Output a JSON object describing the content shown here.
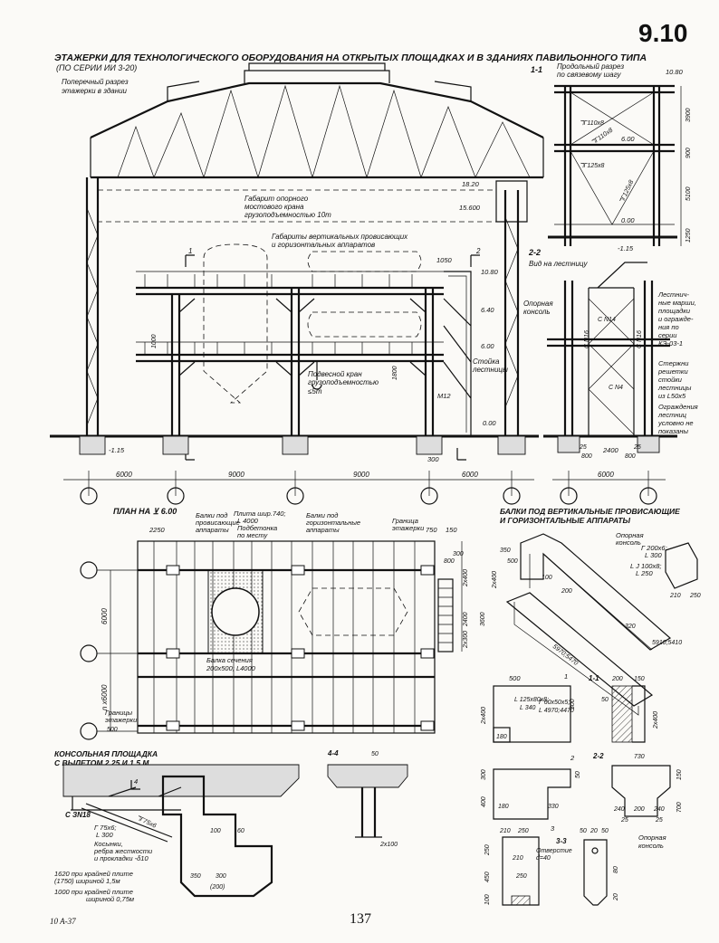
{
  "sheet_number": "9.10",
  "page_number": "137",
  "footer_code": "10 A-37",
  "title": "ЭТАЖЕРКИ ДЛЯ ТЕХНОЛОГИЧЕСКОГО ОБОРУДОВАНИЯ НА ОТКРЫТЫХ ПЛОЩАДКАХ И В ЗДАНИЯХ ПАВИЛЬОННОГО ТИПА",
  "series": "(ПО СЕРИИ ИИ 3-20)",
  "section_main": {
    "label_line1": "Поперечный разрез",
    "label_line2": "этажерки в здании",
    "crane_gauge_line1": "Габарит опорного",
    "crane_gauge_line2": "мостового крана",
    "crane_gauge_line3": "грузоподъемностью 10т",
    "vessels_line1": "Габариты вертикальных провисающих",
    "vessels_line2": "и горизонтальных аппаратов",
    "hoist_line1": "Подвесной кран",
    "hoist_line2": "грузоподъемностью",
    "hoist_line3": "≤5т",
    "stair_post_line1": "Стойка",
    "stair_post_line2": "лестницы",
    "elev_1820": "18.20",
    "elev_15600": "15.600",
    "elev_1080": "10.80",
    "elev_640": "6.40",
    "elev_600": "6.00",
    "elev_000": "0.00",
    "elev_m115": "-1.15",
    "dim_1050": "1050",
    "dim_1000": "1000",
    "dim_300": "300",
    "dim_1800": "1800",
    "m12": "M12",
    "span_6000_left": "6000",
    "span_9000_a": "9000",
    "span_9000_b": "9000",
    "span_6000_right": "6000",
    "cut_1": "1",
    "cut_2": "2"
  },
  "section_11": {
    "tag": "1-1",
    "label_line1": "Продольный разрез",
    "label_line2": "по связевому шагу",
    "elev_1080": "10.80",
    "elev_600": "6.00",
    "elev_000": "0.00",
    "elev_m115": "-1.15",
    "member_a": "ℸГ110х8",
    "member_b": "ℸГ110х8",
    "member_c": "ℸГ125х8",
    "member_d": "ℸГ125х8",
    "h_3900": "3900",
    "h_900": "900",
    "h_5100": "5100",
    "h_1250": "1250"
  },
  "section_22": {
    "tag": "2-2",
    "label": "Вид на лестницу",
    "bracket_line1": "Опорная",
    "bracket_line2": "консоль",
    "stair_note_line1": "Лестнич-",
    "stair_note_line2": "ные марши,",
    "stair_note_line3": "площадки",
    "stair_note_line4": "и огражде-",
    "stair_note_line5": "ния по",
    "stair_note_line6": "серии",
    "stair_note_line7": "КЭ-03-1",
    "brace_note_line1": "Стержни",
    "brace_note_line2": "решетки",
    "brace_note_line3": "стойки",
    "brace_note_line4": "лестницы",
    "brace_note_line5": "из L50х5",
    "rail_note_line1": "Ограждения",
    "rail_note_line2": "лестниц",
    "rail_note_line3": "условно не",
    "rail_note_line4": "показаны",
    "c16a": "С N16",
    "c16b": "С N16",
    "c14": "С N14",
    "c4": "С N4",
    "d_25": "25",
    "d_800a": "800",
    "d_2400": "2400",
    "d_800b": "800",
    "d_25b": "25",
    "span": "6000"
  },
  "plan": {
    "title": "ПЛАН НА ⊻ 6.00",
    "beams_vessels_line1": "Балки под",
    "beams_vessels_line2": "провисающие",
    "beams_vessels_line3": "аппараты",
    "slab_line1": "Плита шир.740;",
    "slab_line2": "L 4000",
    "slab_line3": "Подбетонка",
    "slab_line4": "по месту",
    "beams_horiz_line1": "Балки под",
    "beams_horiz_line2": "горизонтальные",
    "beams_horiz_line3": "аппараты",
    "boundary_line1": "Граница",
    "boundary_line2": "этажерки",
    "boundary2_line1": "Границы",
    "boundary2_line2": "этажерки",
    "beam_section_line1": "Балка сечения",
    "beam_section_line2": "200х500; L4000",
    "dim_2250": "2250",
    "dim_750": "750",
    "dim_150": "150",
    "dim_6000": "6000",
    "dim_n6000": "n х6000",
    "dim_300a": "300",
    "dim_800": "800",
    "dim_2x400": "2х400",
    "dim_2400": "2400",
    "dim_3600": "3600",
    "dim_2x300": "2х300",
    "dim_500": "500"
  },
  "beams_detail": {
    "title_line1": "БАЛКИ ПОД ВЕРТИКАЛЬНЫЕ ПРОВИСАЮЩИЕ",
    "title_line2": "И ГОРИЗОНТАЛЬНЫЕ АППАРАТЫ",
    "bracket_line1": "Опорная",
    "bracket_line2": "консоль",
    "angle_a": "Г 200х6;",
    "angle_a2": "L 300",
    "angle_b": "L J 100х8;",
    "angle_b2": "L 250",
    "d_350": "350",
    "d_500": "500",
    "d_2x400": "2х400",
    "d_200": "200",
    "d_100": "100",
    "d_320": "320",
    "d_5970": "5970;5470",
    "d_5910": "5910;5410",
    "d_210": "210",
    "d_250": "250"
  },
  "console": {
    "title_line1": "КОНСОЛЬНАЯ ПЛОЩАДКА",
    "title_line2": "С ВЫЛЕТОМ 2,25 И 1,5 М",
    "c18": "С ЗN18",
    "member_a": "ℸГ75х6",
    "angle": "Г 75х6;",
    "angle2": "L 300",
    "kosynka_line1": "Косынки,",
    "kosynka_line2": "ребра жесткости",
    "kosynka_line3": "и прокладки -δ10",
    "note1_line1": "1620   при крайней плите",
    "note1_line2": "(1750)  шириной 1,5м",
    "note2": "1000   при крайней плите",
    "note2_line2": "шириной 0,75м",
    "d_100": "100",
    "d_60": "60",
    "d_350": "350",
    "d_300": "300",
    "d_200": "(200)",
    "cut_4": "4"
  },
  "section_44": {
    "tag": "4-4",
    "d_50": "50",
    "d_2x100": "2х100"
  },
  "detail_beam": {
    "d_500": "500",
    "d_2x400": "2х400",
    "d_180": "180",
    "angle_a": "L 125х80х8;",
    "angle_a2": "L 340",
    "plate": "Г 60х50х5;",
    "plate2": "L 4970;4470",
    "d_300": "300",
    "tag_11": "1-1",
    "d_200": "200",
    "d_150": "150",
    "d_2x400b": "2х400",
    "d_50": "50",
    "cut_1": "1"
  },
  "detail_console": {
    "tag_22": "2-2",
    "d_730": "730",
    "d_50": "50",
    "d_150": "150",
    "d_300": "300",
    "d_400": "400",
    "d_180": "180",
    "d_330": "330",
    "d_240a": "240",
    "d_200": "200",
    "d_240b": "240",
    "d_25a": "25",
    "d_25b": "25",
    "d_700": "700",
    "bracket_line1": "Опорная",
    "bracket_line2": "консоль",
    "tag_33": "3-3",
    "d_210": "210",
    "d_250": "250",
    "d_50a": "50",
    "d_20": "20",
    "d_50b": "50",
    "hole_line1": "Отверстие",
    "hole_line2": "d=40",
    "d_210b": "210",
    "d_250b": "250",
    "d_100": "100",
    "d_450": "450",
    "d_250c": "250",
    "d_80": "80",
    "d_20b": "20",
    "cut_2": "2",
    "cut_3": "3"
  }
}
